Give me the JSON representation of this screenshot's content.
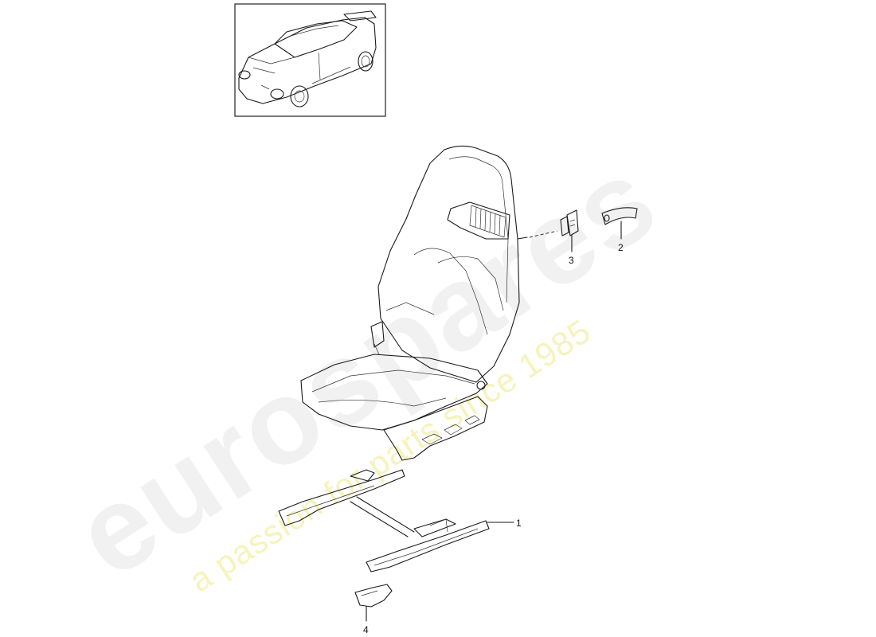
{
  "watermark": {
    "brand": "eurospares",
    "tagline": "a passion for parts since 1985"
  },
  "callouts": [
    {
      "id": "1",
      "label": "1"
    },
    {
      "id": "2",
      "label": "2"
    },
    {
      "id": "3",
      "label": "3"
    },
    {
      "id": "4",
      "label": "4"
    }
  ],
  "colors": {
    "line": "#1a1a1a",
    "watermark_gray": "#e6e6e6",
    "watermark_yellow": "#f3efa6"
  }
}
